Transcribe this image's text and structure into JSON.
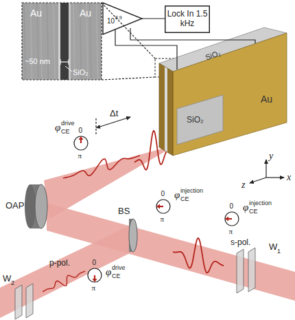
{
  "diagram": {
    "nodes": [
      {
        "text": [
          "Au",
          "Au",
          "~50 nm",
          "SiO₂"
        ]
      },
      {
        "text": [
          "10",
          "8.9"
        ]
      },
      {
        "text": [
          "Lock In 1.5 kHz"
        ]
      },
      {
        "text": [
          "SiO₂",
          "SiO₂",
          "Au"
        ]
      },
      {
        "text": [
          "0",
          "π"
        ]
      },
      {
        "text": [
          "0",
          "π"
        ]
      },
      {
        "text": [
          "0",
          "π"
        ]
      },
      {
        "text": [
          "0",
          "π"
        ]
      }
    ],
    "edges": [
      {
        "from": 0,
        "to": 3,
        "arrow": "none"
      },
      {
        "from": 0,
        "to": 3,
        "arrow": "none"
      },
      {
        "from": 3,
        "to": 1,
        "arrow": "none"
      },
      {
        "from": 3,
        "to": 1,
        "arrow": "none"
      },
      {
        "from": 1,
        "to": 2,
        "arrow": "none"
      }
    ],
    "labels": [
      "y",
      "x",
      "z",
      "OAP",
      "BS",
      "Δt",
      "s-pol.",
      "p-pol.",
      "W",
      "1",
      "W",
      "2",
      "φ",
      "CE",
      "drive",
      "φ",
      "CE",
      "injection",
      "φ",
      "CE",
      "injection",
      "φ",
      "CE",
      "drive"
    ]
  }
}
